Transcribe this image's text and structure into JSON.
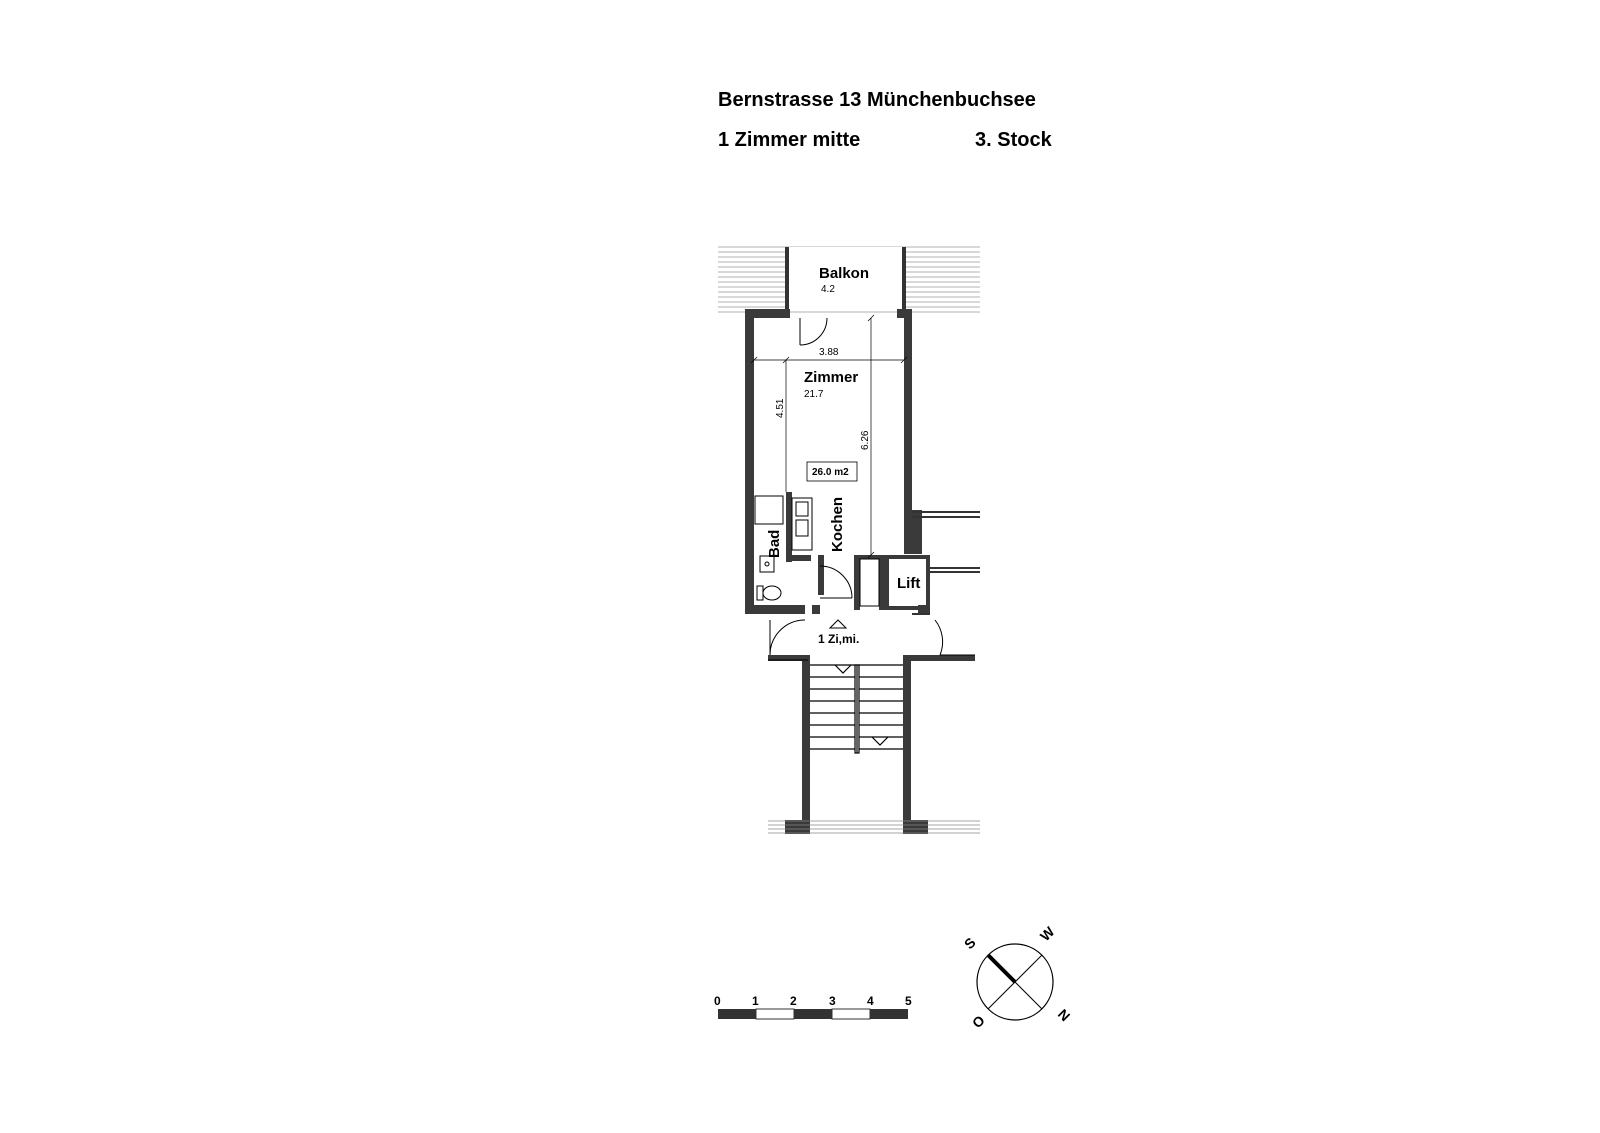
{
  "header": {
    "title": "Bernstrasse 13 Münchenbuchsee",
    "unit": "1 Zimmer mitte",
    "floor": "3. Stock"
  },
  "rooms": {
    "balkon": {
      "label": "Balkon",
      "area": "4.2"
    },
    "zimmer": {
      "label": "Zimmer",
      "area": "21.7"
    },
    "kochen": {
      "label": "Kochen"
    },
    "bad": {
      "label": "Bad"
    },
    "lift": {
      "label": "Lift"
    },
    "entrance": {
      "label": "1 Zi,mi."
    }
  },
  "dimensions": {
    "width": "3.88",
    "depth_left": "4.51",
    "depth_right": "6.26"
  },
  "total_area": "26.0 m2",
  "scale_bar": {
    "labels": [
      "0",
      "1",
      "2",
      "3",
      "4",
      "5"
    ]
  },
  "compass": {
    "s": "S",
    "w": "W",
    "n": "N",
    "o": "O"
  }
}
